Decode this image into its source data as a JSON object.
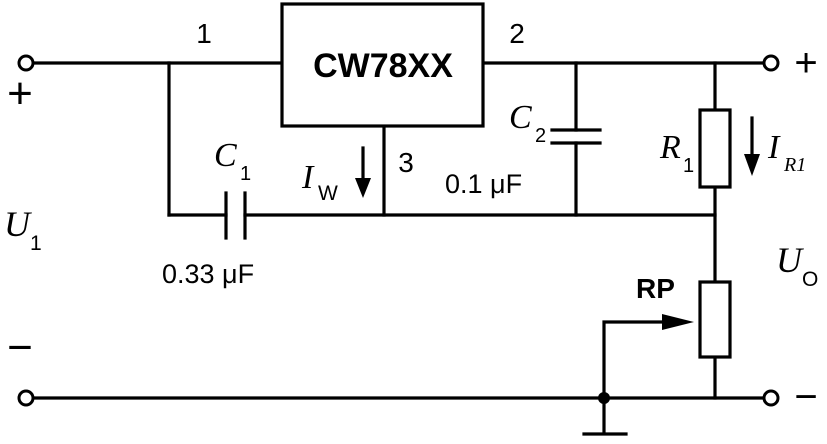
{
  "circuit": {
    "regulator_label": "CW78XX",
    "pin_in": "1",
    "pin_out": "2",
    "pin_gnd": "3",
    "c1": {
      "sym": "C",
      "sub": "1",
      "value": "0.33 μF"
    },
    "c2": {
      "sym": "C",
      "sub": "2",
      "value": "0.1 μF"
    },
    "r1": {
      "sym": "R",
      "sub": "1"
    },
    "rp": "RP",
    "iw": {
      "sym": "I",
      "sub": "W"
    },
    "ir1": {
      "sym": "I",
      "sub": "R1"
    },
    "u_in": {
      "sym": "U",
      "sub": "1"
    },
    "u_out": {
      "sym": "U",
      "sub": "O"
    },
    "plus": "+",
    "minus": "−"
  }
}
